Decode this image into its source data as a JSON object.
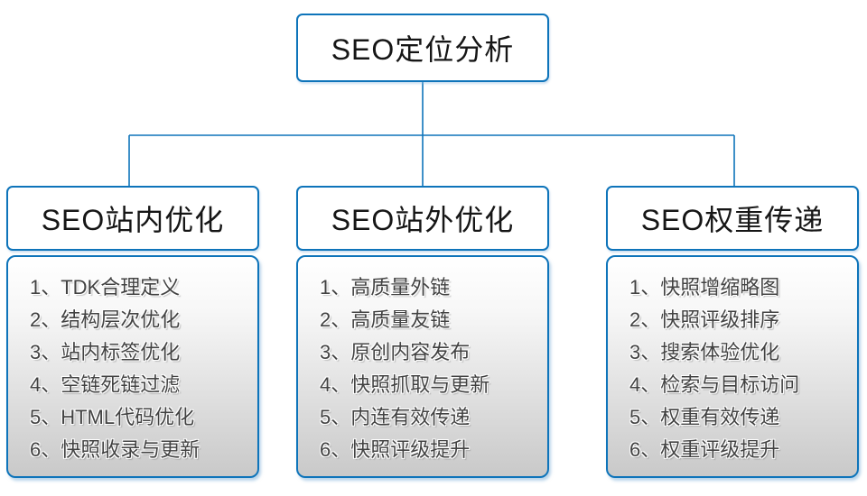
{
  "root": {
    "label": "SEO定位分析"
  },
  "branches": [
    {
      "label": "SEO站内优化",
      "items": [
        "1、TDK合理定义",
        "2、结构层次优化",
        "3、站内标签优化",
        "4、空链死链过滤",
        "5、HTML代码优化",
        "6、快照收录与更新"
      ]
    },
    {
      "label": "SEO站外优化",
      "items": [
        "1、高质量外链",
        "2、高质量友链",
        "3、原创内容发布",
        "4、快照抓取与更新",
        "5、内连有效传递",
        "6、快照评级提升"
      ]
    },
    {
      "label": "SEO权重传递",
      "items": [
        "1、快照增缩略图",
        "2、快照评级排序",
        "3、搜索体验优化",
        "4、检索与目标访问",
        "5、权重有效传递",
        "6、权重评级提升"
      ]
    }
  ],
  "colors": {
    "accent": "#0e74ba",
    "list_gradient_top": "#ffffff",
    "list_gradient_bottom": "#c9c9c9",
    "header_text": "#161616",
    "list_text": "#424242"
  }
}
